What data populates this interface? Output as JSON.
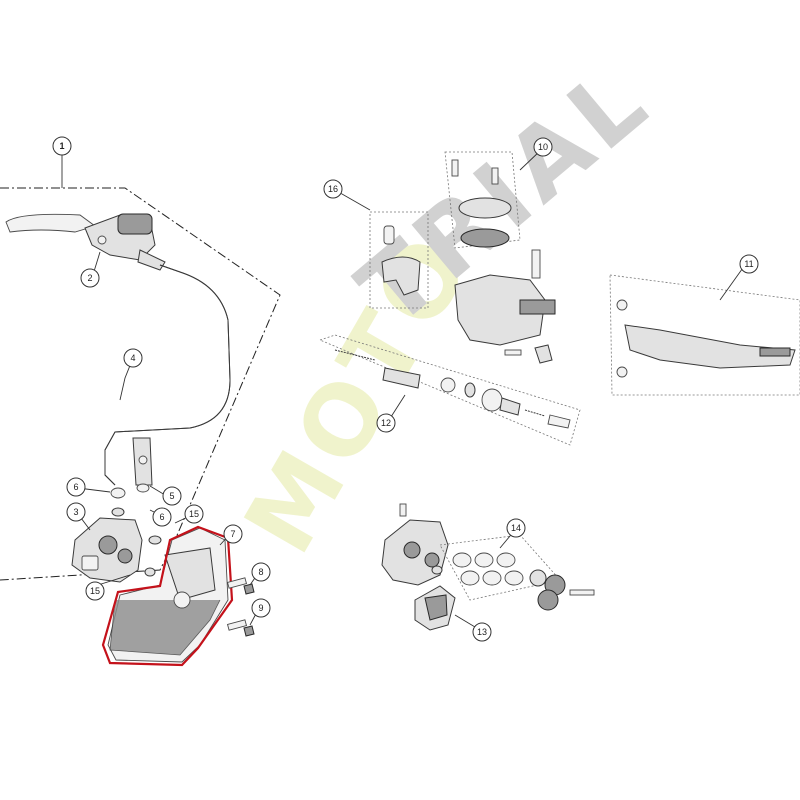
{
  "callouts": {
    "c1": "1",
    "c2": "2",
    "c3": "3",
    "c4": "4",
    "c5": "5",
    "c6a": "6",
    "c6b": "6",
    "c7": "7",
    "c8": "8",
    "c9": "9",
    "c10": "10",
    "c11": "11",
    "c12": "12",
    "c13": "13",
    "c14": "14",
    "c15a": "15",
    "c15b": "15",
    "c16": "16"
  },
  "watermark": {
    "moto": "MOTO",
    "trial": "TRIAL"
  },
  "colors": {
    "highlight": "#c4121b",
    "watermark_gray": "#c9c9c9",
    "watermark_green": "#eef2c4"
  }
}
